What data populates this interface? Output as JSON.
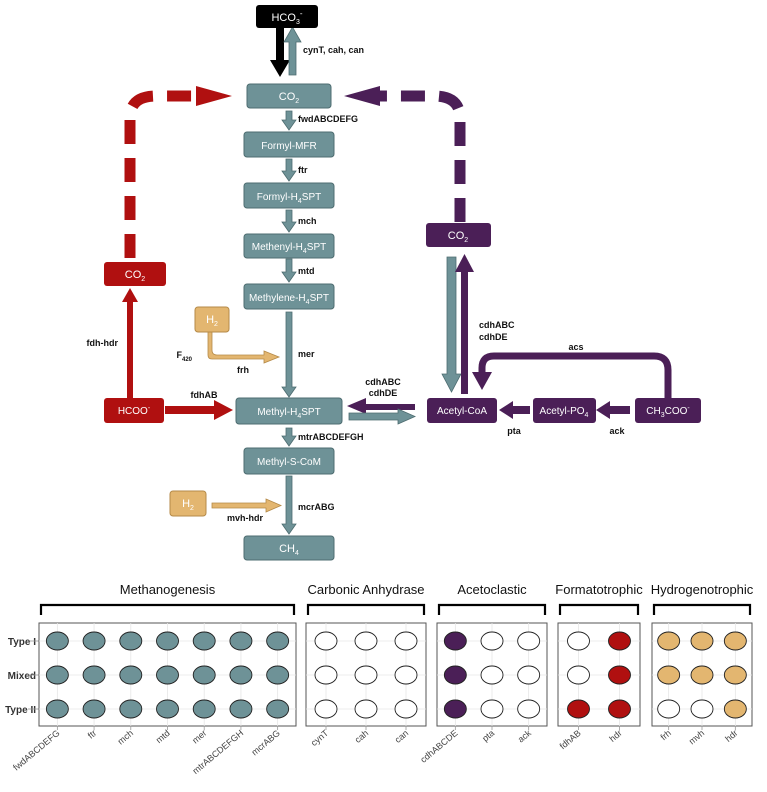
{
  "colors": {
    "teal": "#6e9297",
    "teal_dark": "#4d6c70",
    "red": "#b01010",
    "purple": "#4b1f57",
    "orange": "#e3b670",
    "black": "#000000"
  },
  "pathway": {
    "hco3": {
      "base": "HCO",
      "sub": "3",
      "sup": "-"
    },
    "co2_top": {
      "base": "CO",
      "sub": "2"
    },
    "formyl_mfr": "Formyl-MFR",
    "formyl_h4spt": {
      "base": "Formyl-H",
      "sub": "4",
      "rest": "SPT"
    },
    "methenyl_h4spt": {
      "base": "Methenyl-H",
      "sub": "4",
      "rest": "SPT"
    },
    "methylene_h4spt": {
      "base": "Methylene-H",
      "sub": "4",
      "rest": "SPT"
    },
    "methyl_h4spt": {
      "base": "Methyl-H",
      "sub": "4",
      "rest": "SPT"
    },
    "methyl_scom": "Methyl-S-CoM",
    "ch4": {
      "base": "CH",
      "sub": "4"
    },
    "co2_left": {
      "base": "CO",
      "sub": "2"
    },
    "hcoo": {
      "base": "HCOO",
      "sup": "-"
    },
    "h2_top": {
      "base": "H",
      "sub": "2"
    },
    "h2_bottom": {
      "base": "H",
      "sub": "2"
    },
    "co2_right": {
      "base": "CO",
      "sub": "2"
    },
    "acetyl_coa": "Acetyl-CoA",
    "acetyl_po4": {
      "base": "Acetyl-PO",
      "sub": "4"
    },
    "ch3coo": {
      "base": "CH",
      "sub": "3",
      "rest": "COO",
      "sup": "-"
    }
  },
  "enzymes": {
    "cyn": "cynT, cah, can",
    "fwd": "fwdABCDEFG",
    "ftr": "ftr",
    "mch": "mch",
    "mtd": "mtd",
    "mer": "mer",
    "mtr": "mtrABCDEFGH",
    "mcr": "mcrABG",
    "mvh": "mvh-hdr",
    "f420": {
      "base": "F",
      "sub": "420"
    },
    "frh": "frh",
    "fdh_hdr": "fdh-hdr",
    "fdhab": "fdhAB",
    "cdh_mid_1": "cdhABC",
    "cdh_mid_2": "cdhDE",
    "cdh_right_1": "cdhABC",
    "cdh_right_2": "cdhDE",
    "acs": "acs",
    "pta": "pta",
    "ack": "ack"
  },
  "panel": {
    "rows": [
      "Type I",
      "Mixed",
      "Type II"
    ],
    "groups": [
      {
        "title": "Methanogenesis",
        "genes": [
          "fwdABCDEFG",
          "ftr",
          "mch",
          "mtd",
          "mer",
          "mtrABCDEFGH",
          "mcrABG"
        ],
        "cells": [
          [
            1,
            1,
            1,
            1,
            1,
            1,
            1
          ],
          [
            1,
            1,
            1,
            1,
            1,
            1,
            1
          ],
          [
            1,
            1,
            1,
            1,
            1,
            1,
            1
          ]
        ],
        "fill": "#6e9297"
      },
      {
        "title": "Carbonic Anhydrase",
        "genes": [
          "cynT",
          "cah",
          "can"
        ],
        "cells": [
          [
            0,
            0,
            0
          ],
          [
            0,
            0,
            0
          ],
          [
            0,
            0,
            0
          ]
        ],
        "fill": "#ffffff"
      },
      {
        "title": "Acetoclastic",
        "genes": [
          "cdhABCDE",
          "pta",
          "ack"
        ],
        "cells": [
          [
            1,
            0,
            0
          ],
          [
            1,
            0,
            0
          ],
          [
            1,
            0,
            0
          ]
        ],
        "fill": "#4b1f57"
      },
      {
        "title": "Formatotrophic",
        "genes": [
          "fdhAB",
          "hdr"
        ],
        "cells": [
          [
            0,
            1
          ],
          [
            0,
            1
          ],
          [
            1,
            1
          ]
        ],
        "fill": "#b01010"
      },
      {
        "title": "Hydrogenotrophic",
        "genes": [
          "frh",
          "mvh",
          "hdr"
        ],
        "cells": [
          [
            1,
            1,
            1
          ],
          [
            1,
            1,
            1
          ],
          [
            0,
            0,
            1
          ]
        ],
        "fill": "#e3b670"
      }
    ]
  }
}
